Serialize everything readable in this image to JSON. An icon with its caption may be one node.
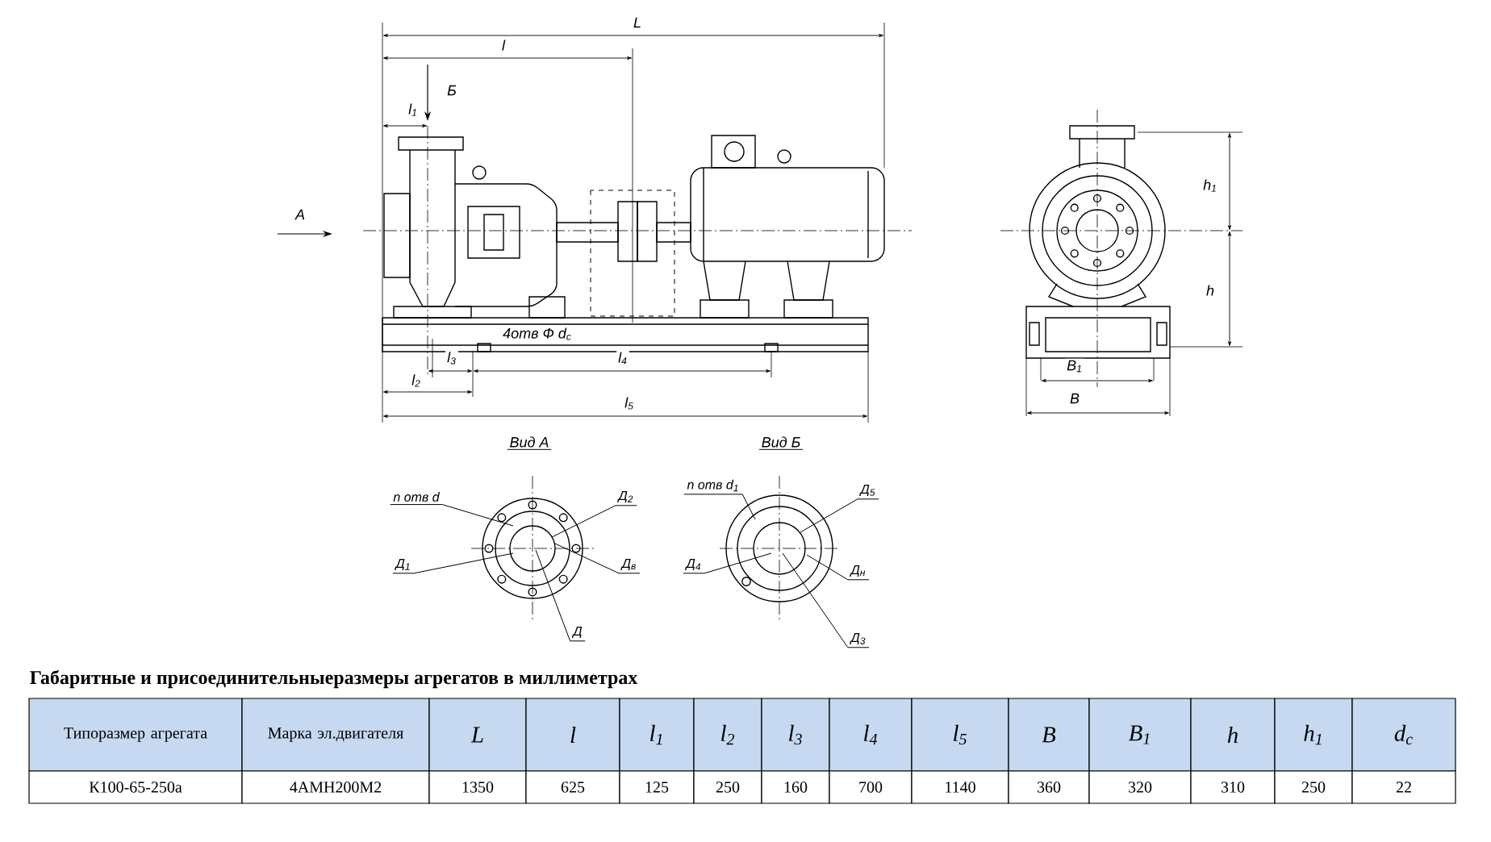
{
  "diagram": {
    "title": "Габаритные и присоединительныеразмеры агрегатов в миллиметрах",
    "nodes": [
      {
        "text": [
          "n отв d"
        ]
      },
      {
        "text": [
          "Д$_{2}$"
        ]
      },
      {
        "text": [
          "Д$_{1}$"
        ]
      },
      {
        "text": [
          "Д$_{в}$"
        ]
      },
      {
        "text": [
          "Д"
        ]
      },
      {
        "text": [
          "n отв d$_{1}$"
        ]
      },
      {
        "text": [
          "Д$_{5}$"
        ]
      },
      {
        "text": [
          "Д$_{4}$"
        ]
      },
      {
        "text": [
          "Д$_{н}$"
        ]
      },
      {
        "text": [
          "Д$_{3}$"
        ]
      },
      {
        "text": [],
        "shape": "circle"
      },
      {
        "text": [],
        "shape": "circle"
      }
    ],
    "edges": [
      {
        "from": 0,
        "to": 10,
        "arrow": "none"
      },
      {
        "from": 1,
        "to": 10,
        "arrow": "none"
      },
      {
        "from": 2,
        "to": 10,
        "arrow": "none"
      },
      {
        "from": 3,
        "to": 10,
        "arrow": "none"
      },
      {
        "from": 4,
        "to": 10,
        "arrow": "none"
      },
      {
        "from": 5,
        "to": 11,
        "arrow": "none"
      },
      {
        "from": 6,
        "to": 11,
        "arrow": "none"
      },
      {
        "from": 7,
        "to": 11,
        "arrow": "none"
      },
      {
        "from": 8,
        "to": 11,
        "arrow": "none"
      },
      {
        "from": 9,
        "to": 11,
        "arrow": "none"
      }
    ],
    "labels": [
      "L",
      "l",
      "l$_{1}$",
      "Б",
      "А",
      "4отв Ф d$_{c}$",
      "l$_{3}$",
      "l$_{4}$",
      "l$_{2}$",
      "l$_{5}$",
      "h$_{1}$",
      "h",
      "B$_{1}$",
      "B",
      "Вид А",
      "Вид Б",
      "Типоразмер агрегата",
      "Марка эл.двигателя",
      "L",
      "l",
      "l$_{1}$",
      "l$_{2}$",
      "l$_{3}$",
      "l$_{4}$",
      "l$_{5}$",
      "B",
      "B$_{1}$",
      "h",
      "h$_{1}$",
      "d$_{c}$",
      "К100-65-250а",
      "4АМН200М2",
      "1350",
      "625",
      "125",
      "250",
      "160",
      "700",
      "1140",
      "360",
      "320",
      "310",
      "250",
      "22"
    ]
  }
}
